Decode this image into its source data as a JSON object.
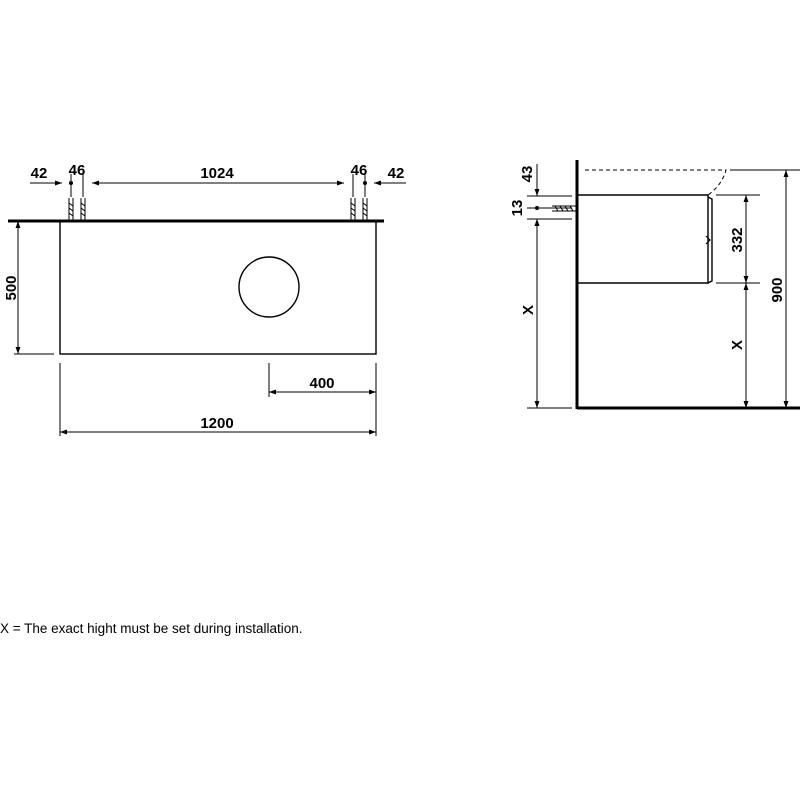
{
  "front_view": {
    "dim_left_margin": "42",
    "dim_left_bolt": "46",
    "dim_bolt_spacing": "1024",
    "dim_right_bolt": "46",
    "dim_right_margin": "42",
    "dim_height": "500",
    "dim_offset": "400",
    "dim_width": "1200"
  },
  "side_view": {
    "dim_top": "43",
    "dim_bracket": "13",
    "dim_drawer": "332",
    "dim_total": "900",
    "dim_x_left": "X",
    "dim_x_right": "X"
  },
  "note": "X = The exact hight must be set during installation."
}
